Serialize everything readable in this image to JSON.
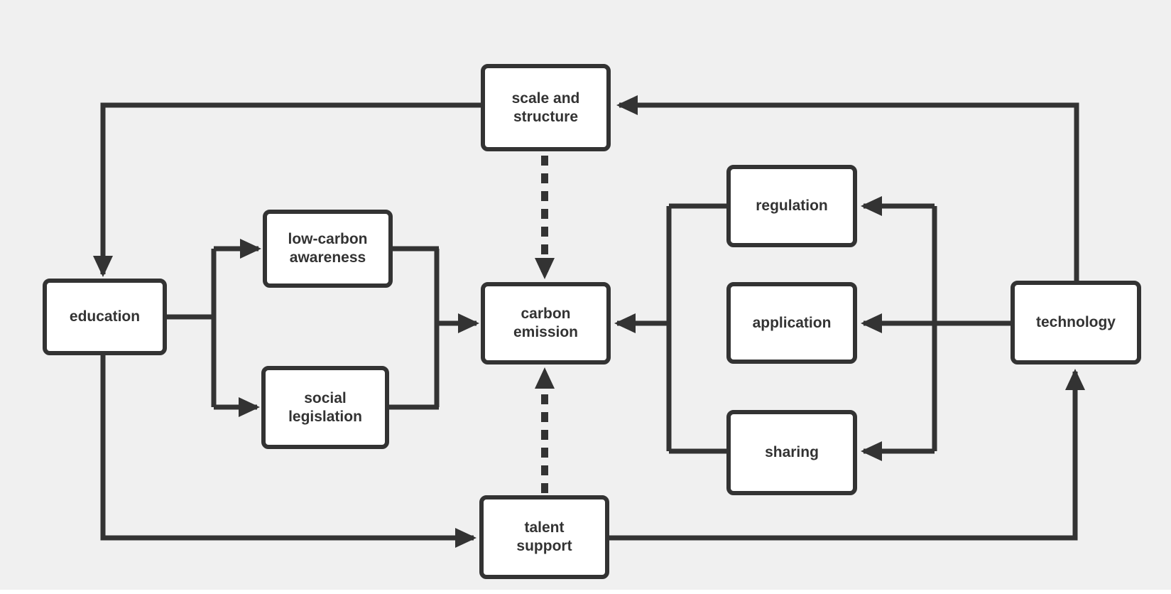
{
  "diagram": {
    "background_color": "#f0f0f0",
    "stroke_color": "#333333",
    "node_fill": "#ffffff",
    "text_color": "#333333",
    "nodes": [
      {
        "id": "scale-and-structure",
        "label": "scale and structure"
      },
      {
        "id": "education",
        "label": "education"
      },
      {
        "id": "low-carbon-awareness",
        "label": "low-carbon awareness"
      },
      {
        "id": "social-legislation",
        "label": "social legislation"
      },
      {
        "id": "carbon-emission",
        "label": "carbon emission"
      },
      {
        "id": "regulation",
        "label": "regulation"
      },
      {
        "id": "application",
        "label": "application"
      },
      {
        "id": "sharing",
        "label": "sharing"
      },
      {
        "id": "technology",
        "label": "technology"
      },
      {
        "id": "talent-support",
        "label": "talent support"
      }
    ],
    "edges": [
      {
        "from": "scale and structure",
        "to": "education",
        "style": "solid"
      },
      {
        "from": "education",
        "to": "low-carbon awareness",
        "style": "solid"
      },
      {
        "from": "education",
        "to": "social legislation",
        "style": "solid"
      },
      {
        "from": "low-carbon awareness",
        "to": "carbon emission",
        "style": "solid"
      },
      {
        "from": "social legislation",
        "to": "carbon emission",
        "style": "solid"
      },
      {
        "from": "scale and structure",
        "to": "carbon emission",
        "style": "dashed"
      },
      {
        "from": "talent support",
        "to": "carbon emission",
        "style": "dashed"
      },
      {
        "from": "regulation",
        "to": "carbon emission",
        "style": "solid"
      },
      {
        "from": "application",
        "to": "carbon emission",
        "style": "solid"
      },
      {
        "from": "sharing",
        "to": "carbon emission",
        "style": "solid"
      },
      {
        "from": "technology",
        "to": "regulation",
        "style": "solid"
      },
      {
        "from": "technology",
        "to": "application",
        "style": "solid"
      },
      {
        "from": "technology",
        "to": "sharing",
        "style": "solid"
      },
      {
        "from": "technology",
        "to": "scale and structure",
        "style": "solid"
      },
      {
        "from": "education",
        "to": "talent support",
        "style": "solid"
      },
      {
        "from": "talent support",
        "to": "technology",
        "style": "solid"
      }
    ]
  }
}
